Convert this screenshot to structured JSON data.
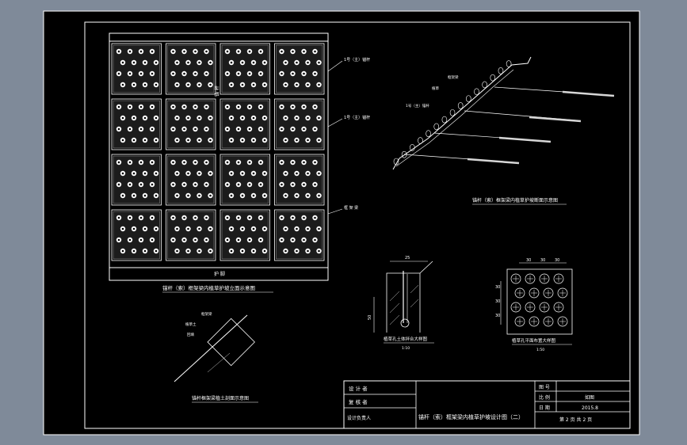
{
  "colors": {
    "background": "#7f8a99",
    "sheet": "#000000",
    "line": "#ffffff",
    "lead": "#d6d6d6"
  },
  "elevation": {
    "caption": "锚杆（索）框架梁内植草护坡立面示意图",
    "callouts": [
      "1号（主）锚杆",
      "1号（主）锚杆",
      "框 架 梁"
    ],
    "vertical_note": "锚 杆",
    "bottom_strip": "护 脚"
  },
  "section": {
    "caption": "锚杆（索）框架梁内植草护坡断面示意图",
    "labels": [
      "1号（主）锚杆",
      "植草",
      "框架梁"
    ]
  },
  "detail_hole": {
    "caption": "植草孔土体拌合大样图",
    "scale": "1:10",
    "dim_top": "25",
    "dim_side": "50"
  },
  "detail_plan": {
    "caption": "植草孔平面布置大样图",
    "scale": "1:50",
    "dims_top": [
      "30",
      "30",
      "30"
    ],
    "dims_side": [
      "30",
      "30",
      "30"
    ]
  },
  "detail_small": {
    "caption": "锚杆框架梁植土剖面示意图",
    "labels": [
      "框架梁",
      "植草土",
      "回填"
    ]
  },
  "title_block": {
    "design_label": "设 计 者",
    "review_label": "复 核 者",
    "lead_label": "设计负责人",
    "drawing_title": "锚杆（索）框架梁内植草护坡设计图（二）",
    "fig_no_label": "图 号",
    "scale_label": "比 例",
    "scale_value": "如图",
    "date_label": "日 期",
    "date_value": "2015.8",
    "sheet_text": "第 2 页  共 2 页"
  }
}
